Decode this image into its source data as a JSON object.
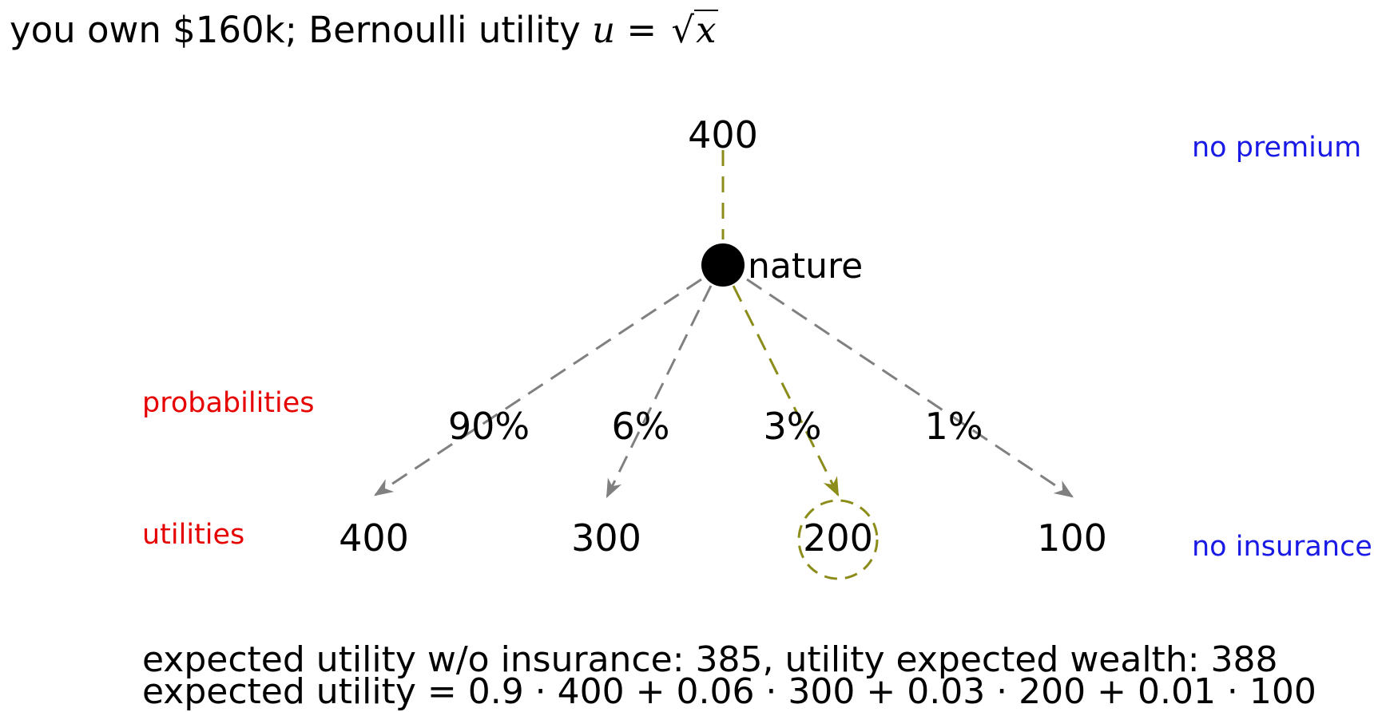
{
  "header": {
    "prefix": "you own $160k; Bernoulli utility ",
    "u_symbol": "u",
    "equals": " = ",
    "sqrt_symbol": "√",
    "x_symbol": "x"
  },
  "tree": {
    "top_value": "400",
    "node_label": "nature",
    "branches": [
      {
        "probability": "90%",
        "utility": "400",
        "highlighted": false
      },
      {
        "probability": "6%",
        "utility": "300",
        "highlighted": false
      },
      {
        "probability": "3%",
        "utility": "200",
        "highlighted": true
      },
      {
        "probability": "1%",
        "utility": "100",
        "highlighted": false
      }
    ]
  },
  "labels": {
    "no_premium": "no premium",
    "no_insurance": "no insurance",
    "probabilities": "probabilities",
    "utilities": "utilities"
  },
  "footer": {
    "line1": "expected utility w/o insurance: 385, utility expected wealth: 388",
    "line2": "expected utility = 0.9 · 400 + 0.06 · 300 + 0.03 · 200 + 0.01 · 100"
  },
  "colors": {
    "highlight": "#8c8c1a",
    "branch": "#808080",
    "label_blue": "#1a1ae6",
    "label_red": "#e60000",
    "node": "#000000"
  }
}
